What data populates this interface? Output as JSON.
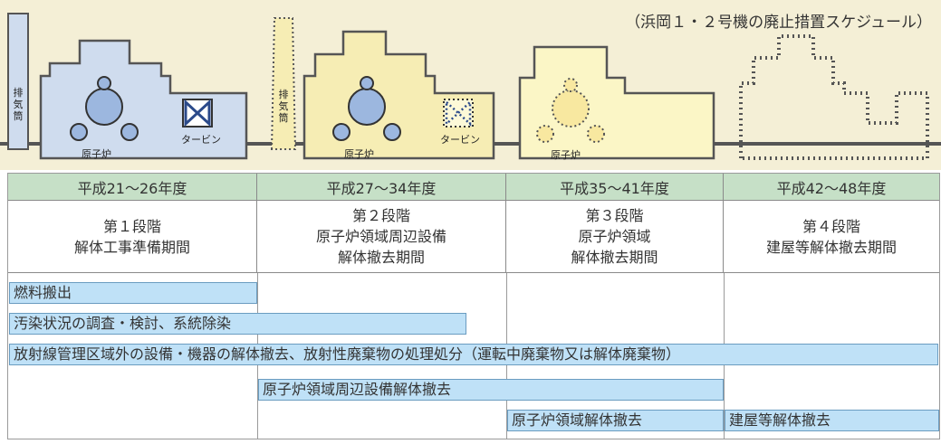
{
  "illustration": {
    "caption": "（浜岡１・２号機の廃止措置スケジュール）",
    "stack_label": "排気筒",
    "reactor_label": "原子炉",
    "turbine_label": "タービン",
    "colors": {
      "background": "#f4efd6",
      "building_stage1": "#cfdcee",
      "building_stage2": "#f6edb4",
      "building_stage3": "#fbf6c6",
      "reactor_blue": "#9cb7df",
      "ground": "#555555"
    }
  },
  "schedule": {
    "periods": [
      "平成21〜26年度",
      "平成27〜34年度",
      "平成35〜41年度",
      "平成42〜48年度"
    ],
    "stages": [
      {
        "name": "第１段階",
        "desc": "解体工事準備期間"
      },
      {
        "name": "第２段階",
        "desc1": "原子炉領域周辺設備",
        "desc2": "解体撤去期間"
      },
      {
        "name": "第３段階",
        "desc1": "原子炉領域",
        "desc2": "解体撤去期間"
      },
      {
        "name": "第４段階",
        "desc": "建屋等解体撤去期間"
      }
    ],
    "tasks": [
      "燃料搬出",
      "汚染状況の調査・検討、系統除染",
      "放射線管理区域外の設備・機器の解体撤去、放射性廃棄物の処理処分（運転中廃棄物又は解体廃棄物）",
      "原子炉領域周辺設備解体撤去",
      "原子炉領域解体撤去",
      "建屋等解体撤去"
    ],
    "colors": {
      "header_bg": "#c6e0c7",
      "bar_bg": "#bfe1f7",
      "bar_border": "#6a9cc0"
    }
  }
}
